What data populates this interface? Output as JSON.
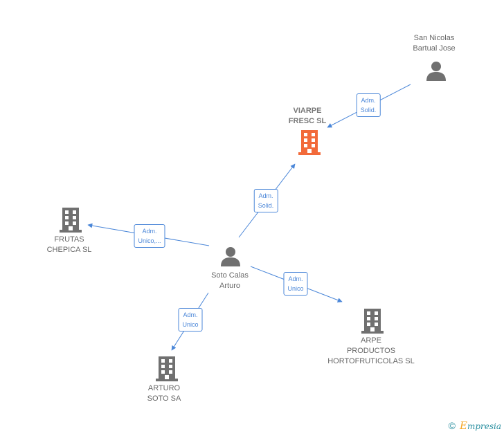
{
  "nodes": {
    "viarpe": {
      "label": "VIARPE\nFRESC SL",
      "kind": "company",
      "highlight": true
    },
    "san_nicolas": {
      "label": "San Nicolas\nBartual Jose",
      "kind": "person"
    },
    "soto_calas": {
      "label": "Soto Calas\nArturo",
      "kind": "person"
    },
    "frutas_chepica": {
      "label": "FRUTAS\nCHEPICA SL",
      "kind": "company"
    },
    "arpe": {
      "label": "ARPE\nPRODUCTOS\nHORTOFRUTICOLAS SL",
      "kind": "company"
    },
    "arturo_soto": {
      "label": "ARTURO\nSOTO SA",
      "kind": "company"
    }
  },
  "edges": {
    "san_viarpe": "Adm.\nSolid.",
    "soto_viarpe": "Adm.\nSolid.",
    "soto_frutas": "Adm.\nUnico,...",
    "soto_arpe": "Adm.\nUnico",
    "soto_arturo": "Adm.\nUnico"
  },
  "footer": {
    "copyright": "©",
    "brand_initial": "E",
    "brand_rest": "mpresia"
  },
  "colors": {
    "edge": "#4a86d8",
    "highlight_company": "#f26a3a",
    "default_icon": "#707070"
  }
}
